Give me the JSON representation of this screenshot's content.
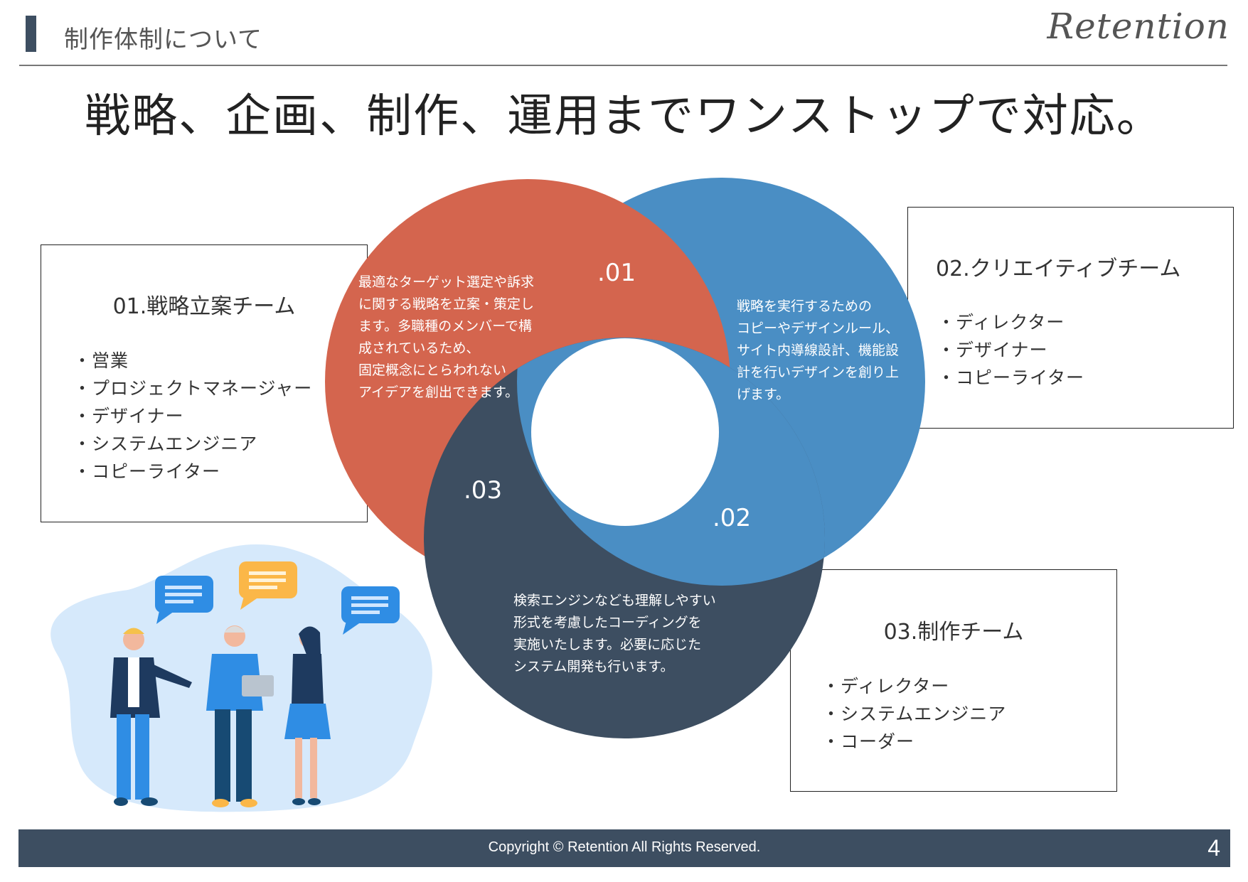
{
  "header": {
    "section_title": "制作体制について",
    "logo": "Retention"
  },
  "main_title": "戦略、企画、制作、運用までワンストップで対応。",
  "colors": {
    "strategy": "#d4654e",
    "creative": "#4a8ec4",
    "production": "#3d4e61",
    "footer": "#3d4e61"
  },
  "circles": {
    "strategy": {
      "number": ".01",
      "lines": [
        "最適なターゲット選定や訴求",
        "に関する戦略を立案・策定し",
        "ます。多職種のメンバーで構",
        "成されているため、",
        "固定概念にとらわれない",
        "アイデアを創出できます。"
      ]
    },
    "creative": {
      "number": ".02",
      "lines": [
        "戦略を実行するための",
        "コピーやデザインルール、",
        "サイト内導線設計、機能設",
        "計を行いデザインを創り上",
        "げます。"
      ]
    },
    "production": {
      "number": ".03",
      "lines": [
        "検索エンジンなども理解しやすい",
        "形式を考慮したコーディングを",
        "実施いたします。必要に応じた",
        "システム開発も行います。"
      ]
    }
  },
  "teams": [
    {
      "title": "01.戦略立案チーム",
      "members": [
        "・営業",
        "・プロジェクトマネージャー",
        "・デザイナー",
        "・システムエンジニア",
        "・コピーライター"
      ]
    },
    {
      "title": "02.クリエイティブチーム",
      "members": [
        "・ディレクター",
        "・デザイナー",
        "・コピーライター"
      ]
    },
    {
      "title": "03.制作チーム",
      "members": [
        "・ディレクター",
        "・システムエンジニア",
        "・コーダー"
      ]
    }
  ],
  "footer": {
    "copyright": "Copyright © Retention All Rights Reserved.",
    "page_number": "4"
  }
}
